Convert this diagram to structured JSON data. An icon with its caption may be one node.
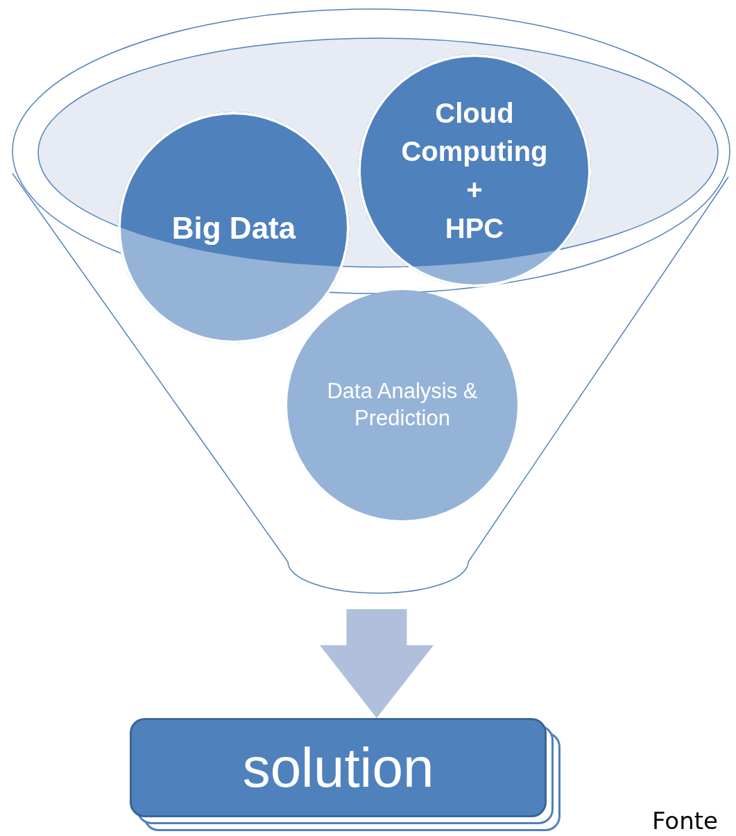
{
  "diagram": {
    "nodes": [
      {
        "text": [],
        "shape": "funnel"
      },
      {
        "text": [
          "Big Data"
        ]
      },
      {
        "text": [
          "Cloud Computing + HPC"
        ]
      },
      {
        "text": [
          "Data Analysis & Prediction"
        ],
        "in": 0
      },
      {
        "text": [
          "solution"
        ]
      }
    ],
    "edges": [
      {
        "from": 0,
        "to": 4,
        "arrow": "to",
        "style": "thick",
        "color": "#b0c0dc"
      }
    ],
    "labels": [
      "Fonte"
    ]
  }
}
